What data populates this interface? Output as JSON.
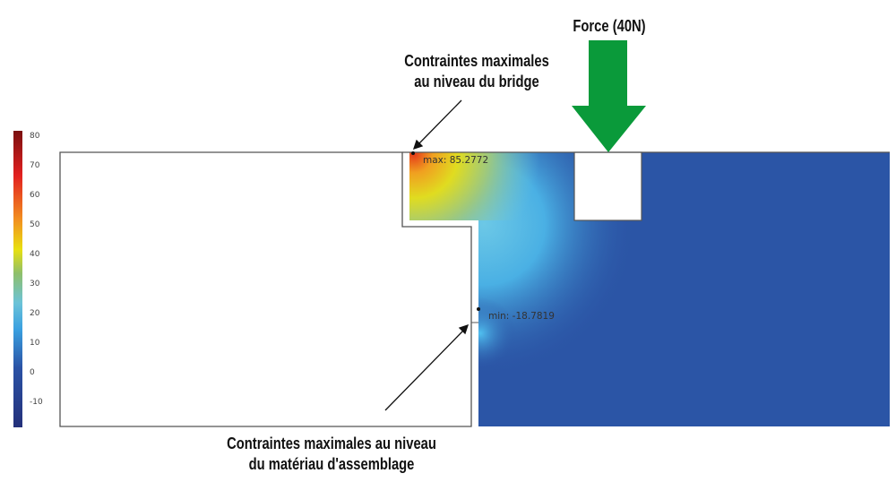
{
  "force_label": "Force (40N)",
  "annotation_bridge": [
    "Contraintes maximales",
    "au niveau du bridge"
  ],
  "annotation_material": [
    "Contraintes maximales au niveau",
    "du matériau d'assemblage"
  ],
  "max_label": "max: 85.2772",
  "min_label": "min: -18.7819",
  "colorbar": {
    "min": -18.7819,
    "max": 85.2772,
    "ticks": [
      "80",
      "70",
      "60",
      "50",
      "40",
      "30",
      "20",
      "10",
      "0",
      "-10"
    ]
  },
  "colors": {
    "arrow": "#0a9a3a",
    "field_base": "#2b55a6"
  }
}
